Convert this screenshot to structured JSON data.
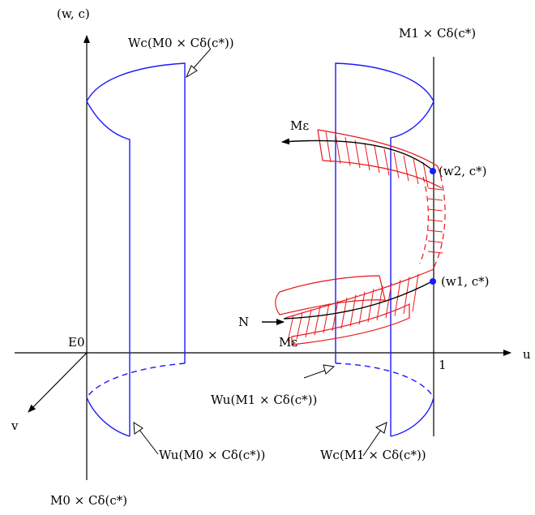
{
  "labels": {
    "w_c_axis": "(w, c)",
    "u_axis": "u",
    "v_axis": "v",
    "origin": "E0",
    "unit_tick": "1",
    "m1_line": "M1 × Cδ(c*)",
    "m0_line": "M0 × Cδ(c*)",
    "wc_m0": "Wc(M0 × Cδ(c*))",
    "wu_m0": "Wu(M0 × Cδ(c*))",
    "wu_m1": "Wu(M1 × Cδ(c*))",
    "wc_m1": "Wc(M1 × Cδ(c*))",
    "m_eps_top": "Mε",
    "m_eps_bottom": "Mε",
    "n_label": "N",
    "point_w2": "(w2, c*)",
    "point_w1": "(w1, c*)"
  },
  "colors": {
    "manifold": "#1a1aff",
    "slow_manifold": "#e8161b",
    "axes": "#000000"
  }
}
